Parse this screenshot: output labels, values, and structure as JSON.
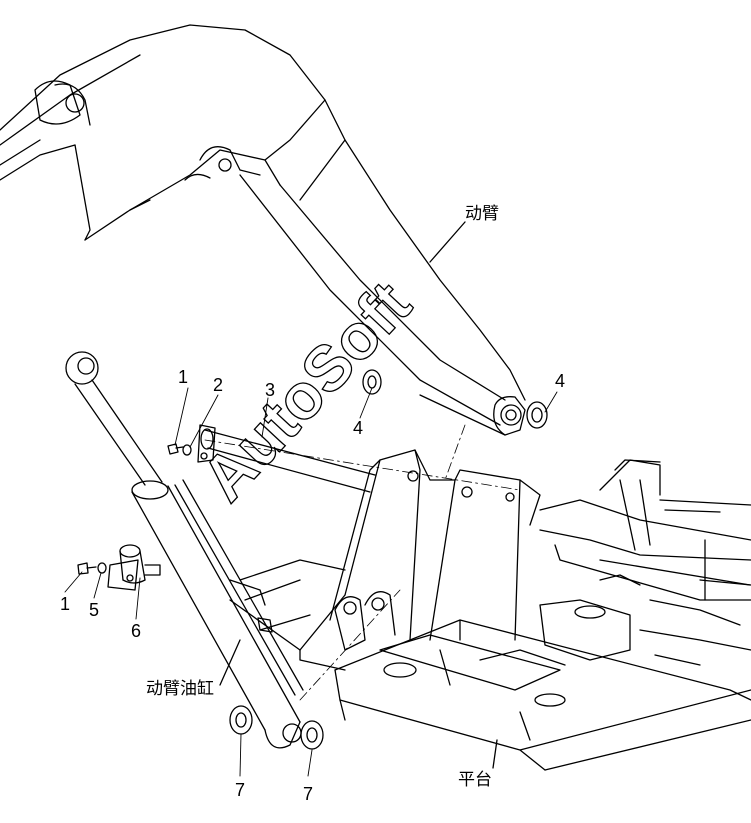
{
  "callouts": {
    "part1_top": "1",
    "part2": "2",
    "part3": "3",
    "part4_mid": "4",
    "part4_right": "4",
    "part1_bottom": "1",
    "part5": "5",
    "part6": "6",
    "part7_left": "7",
    "part7_right": "7"
  },
  "component_labels": {
    "boom": "动臂",
    "boom_cylinder": "动臂油缸",
    "platform": "平台"
  },
  "watermark": "AutoSoft",
  "colors": {
    "line": "#000000",
    "background": "#ffffff"
  }
}
